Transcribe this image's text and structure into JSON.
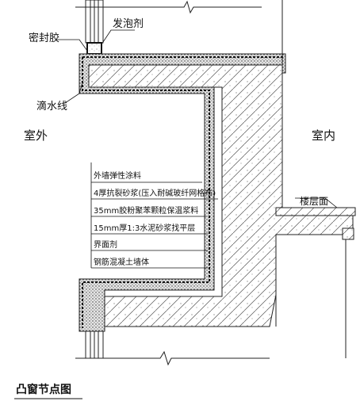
{
  "labels": {
    "sealant": "密封胶",
    "foam": "发泡剂",
    "drip_line": "滴水线",
    "outdoor": "室外",
    "indoor": "室内",
    "floor_surface": "楼层面",
    "title": "凸窗节点图"
  },
  "layers": [
    "外墙弹性涂料",
    "4厚抗裂砂浆(压入耐碱玻纤网格布)",
    "35mm胶粉聚苯颗粒保温浆料",
    "15mm厚1:3水泥砂浆找平层",
    "界面剂",
    "钢筋混凝土墙体"
  ]
}
